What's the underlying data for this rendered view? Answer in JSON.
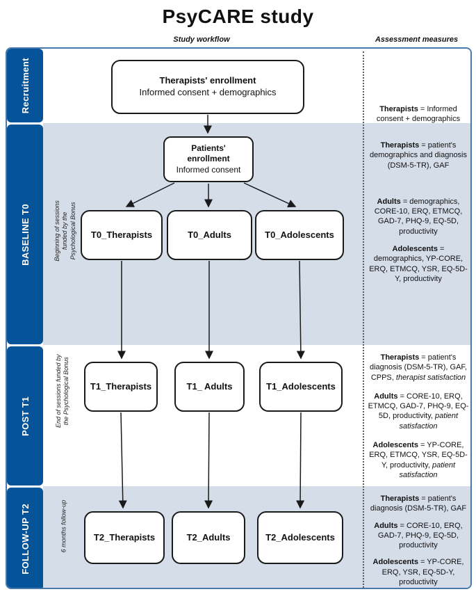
{
  "title": "PsyCARE study",
  "headers": {
    "workflow": "Study workflow",
    "measures": "Assessment measures"
  },
  "colors": {
    "sidebar_blue": "#05549a",
    "row_light_blue": "#d5dde9",
    "container_border": "#4779ad",
    "node_border": "#1a1a1a"
  },
  "phases": [
    {
      "label": "Recruitment"
    },
    {
      "label": "BASELINE T0"
    },
    {
      "label": "POST T1"
    },
    {
      "label": "FOLLOW-UP T2"
    }
  ],
  "workflow": {
    "enroll_therapists": {
      "title": "Therapists' enrollment",
      "subtitle": "Informed consent + demographics"
    },
    "enroll_patients": {
      "title_line1": "Patients'",
      "title_line2": "enrollment",
      "subtitle": "Informed consent"
    },
    "t0_boxes": [
      "T0_Therapists",
      "T0_Adults",
      "T0_Adolescents"
    ],
    "t1_boxes": [
      "T1_Therapists",
      "T1_ Adults",
      "T1_Adolescents"
    ],
    "t2_boxes": [
      "T2_Therapists",
      "T2_Adults",
      "T2_Adolescents"
    ],
    "annotations": {
      "t0_line1": "Beginning of sessions",
      "t0_line2": "funded by the",
      "t0_line3": "Psychological Bonus",
      "t1_line1": "End of sessions funded by",
      "t1_line2": "the Psychological Bonus",
      "t2": "6 months follow-up"
    }
  },
  "measures": {
    "recruitment": [
      {
        "lead": "Therapists",
        "rest": " = Informed consent + demographics"
      }
    ],
    "t0": [
      {
        "lead": "Therapists",
        "rest": " = patient's demographics and diagnosis (DSM-5-TR), GAF"
      },
      {
        "lead": "Adults",
        "rest": " = demographics, CORE-10, ERQ, ETMCQ, GAD-7, PHQ-9, EQ-5D, productivity"
      },
      {
        "lead": "Adolescents",
        "rest": " = demographics, YP-CORE, ERQ, ETMCQ, YSR, EQ-5D-Y, productivity"
      }
    ],
    "t1": [
      {
        "lead": "Therapists",
        "rest": " = patient's diagnosis (DSM-5-TR), GAF, CPPS, ",
        "italic": "therapist satisfaction"
      },
      {
        "lead": "Adults",
        "rest": " = CORE-10, ERQ, ETMCQ, GAD-7, PHQ-9, EQ-5D, productivity, ",
        "italic": "patient satisfaction"
      },
      {
        "lead": "Adolescents",
        "rest": " = YP-CORE, ERQ, ETMCQ, YSR, EQ-5D-Y, productivity, ",
        "italic": "patient satisfaction"
      }
    ],
    "t2": [
      {
        "lead": "Therapists",
        "rest": " = patient's diagnosis (DSM-5-TR), GAF"
      },
      {
        "lead": "Adults",
        "rest": " = CORE-10, ERQ, GAD-7, PHQ-9, EQ-5D, productivity"
      },
      {
        "lead": "Adolescents",
        "rest": " = YP-CORE, ERQ, YSR, EQ-5D-Y, productivity"
      }
    ]
  }
}
